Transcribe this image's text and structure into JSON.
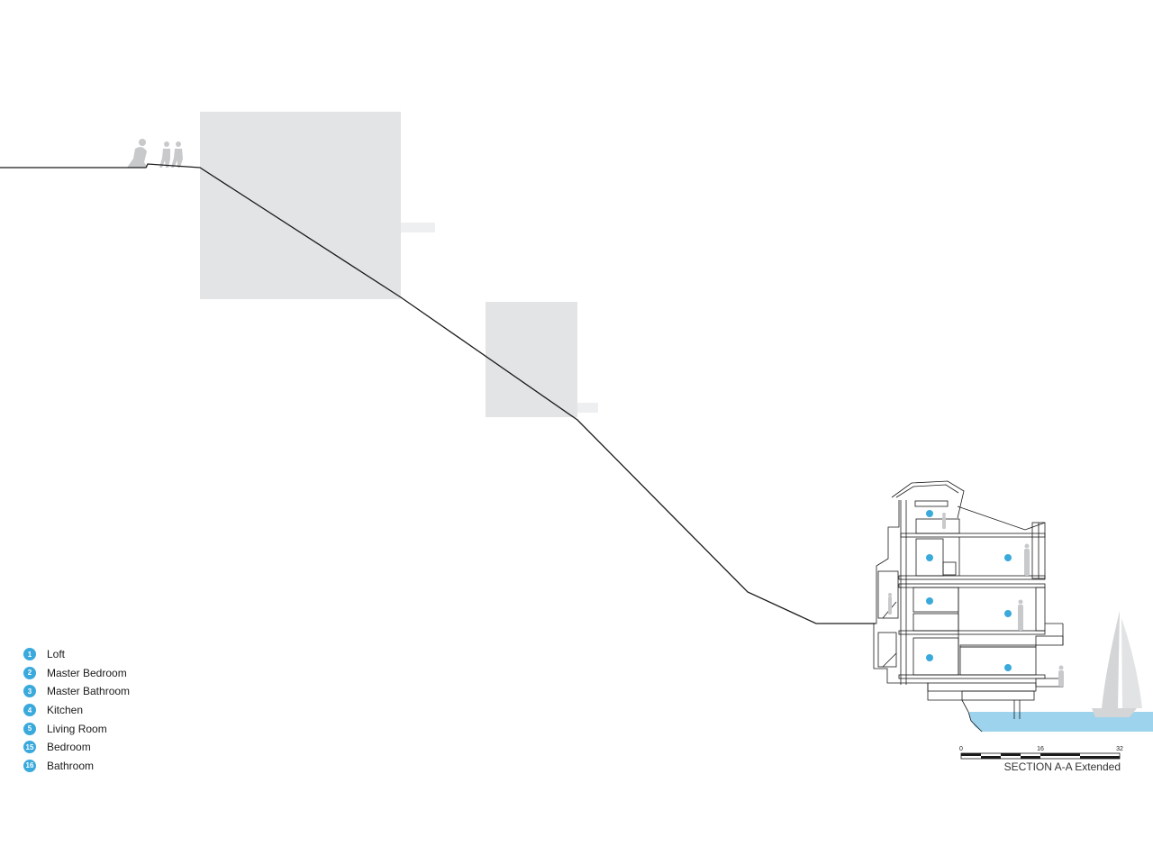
{
  "legend": [
    {
      "number": "1",
      "label": "Loft"
    },
    {
      "number": "2",
      "label": "Master Bedroom"
    },
    {
      "number": "3",
      "label": "Master Bathroom"
    },
    {
      "number": "4",
      "label": "Kitchen"
    },
    {
      "number": "5",
      "label": "Living Room"
    },
    {
      "number": "15",
      "label": "Bedroom"
    },
    {
      "number": "16",
      "label": "Bathroom"
    }
  ],
  "scale": {
    "ticks": [
      "0",
      "16",
      "32"
    ],
    "title": "SECTION A-A Extended"
  },
  "colors": {
    "room_marker": "#3aa9dc",
    "water": "#9dd3ec",
    "massing": "#e3e4e6",
    "silhouette": "#c8c9cb",
    "line": "#1a1a1a"
  },
  "icons": [
    "person-silhouette-icon",
    "sailboat-icon"
  ]
}
